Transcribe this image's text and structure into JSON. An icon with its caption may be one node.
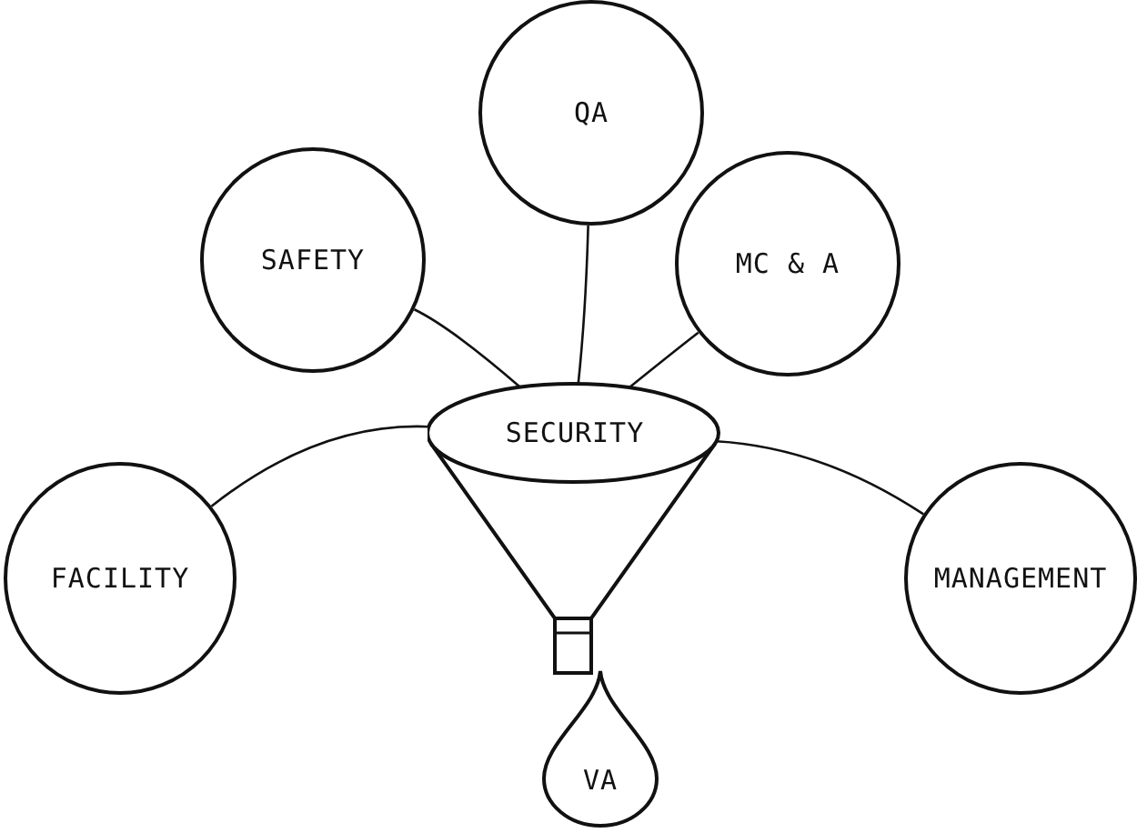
{
  "diagram": {
    "nodes": [
      {
        "text": [
          "QA"
        ]
      },
      {
        "text": [
          "SAFETY"
        ]
      },
      {
        "text": [
          "MC & A"
        ]
      },
      {
        "text": [
          "SECURITY"
        ]
      },
      {
        "text": [
          "FACILITY"
        ]
      },
      {
        "text": [
          "MANAGEMENT"
        ]
      },
      {
        "text": [
          "VA"
        ]
      }
    ],
    "edges": [
      {
        "from": 0,
        "to": 3,
        "arrow": "none"
      },
      {
        "from": 1,
        "to": 3,
        "arrow": "none"
      },
      {
        "from": 2,
        "to": 3,
        "arrow": "none"
      },
      {
        "from": 4,
        "to": 3,
        "arrow": "none"
      },
      {
        "from": 5,
        "to": 3,
        "arrow": "none"
      }
    ]
  }
}
